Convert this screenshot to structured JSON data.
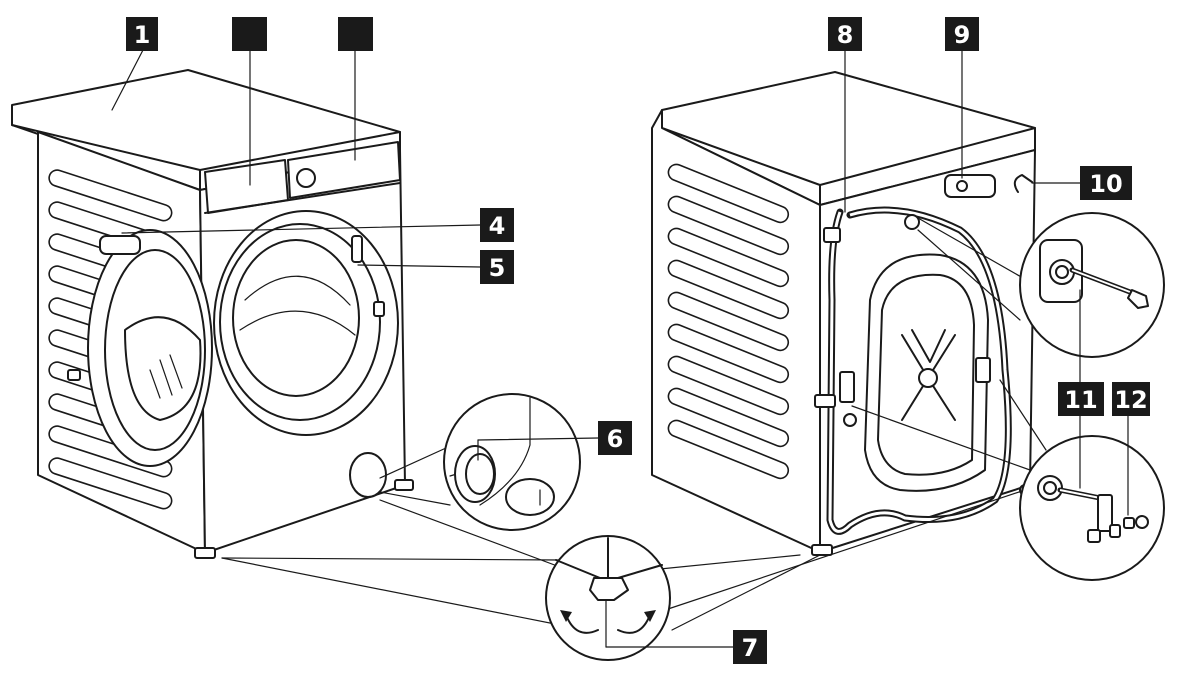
{
  "callouts": [
    {
      "id": "1",
      "label": "1"
    },
    {
      "id": "2",
      "label": ""
    },
    {
      "id": "3",
      "label": ""
    },
    {
      "id": "4",
      "label": "4"
    },
    {
      "id": "5",
      "label": "5"
    },
    {
      "id": "6",
      "label": "6"
    },
    {
      "id": "7",
      "label": "7"
    },
    {
      "id": "8",
      "label": "8"
    },
    {
      "id": "9",
      "label": "9"
    },
    {
      "id": "10",
      "label": "10"
    },
    {
      "id": "11",
      "label": "11"
    },
    {
      "id": "12",
      "label": "12"
    }
  ],
  "colors": {
    "ink": "#1a1a1a",
    "callout_bg": "#1a1a1a",
    "callout_text": "#ffffff",
    "background": "#ffffff"
  }
}
